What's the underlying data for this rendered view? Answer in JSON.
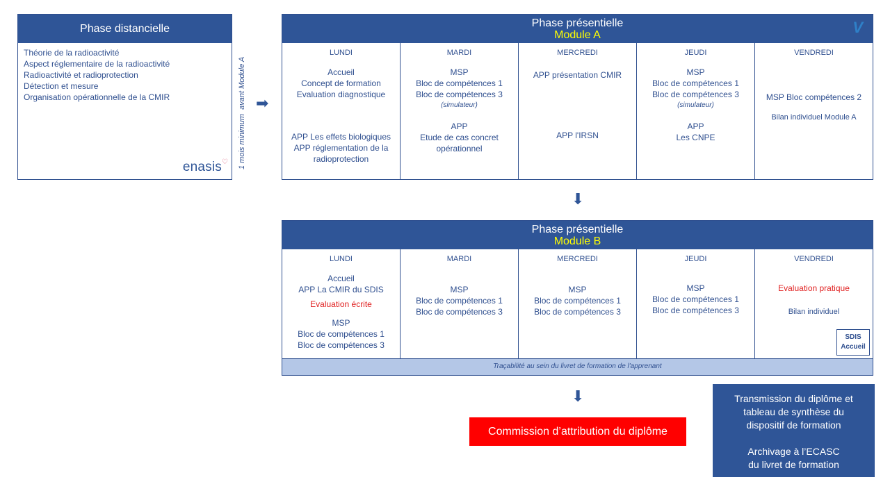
{
  "distancielle": {
    "title": "Phase distancielle",
    "items": [
      "Théorie de la radioactivité",
      "Aspect réglementaire de la radioactivité",
      "Radioactivité et radioprotection",
      "Détection  et mesure",
      "Organisation opérationnelle de la CMIR"
    ],
    "logo": "enasis"
  },
  "delay_note": "1 mois minimum  avant Module A",
  "module_a": {
    "title": "Phase présentielle",
    "subtitle": "Module A",
    "days": {
      "lundi": {
        "label": "LUNDI",
        "block1": [
          "Accueil",
          "Concept de formation",
          "Evaluation diagnostique"
        ],
        "block2": [
          "APP Les effets biologiques",
          "APP réglementation de la",
          "radioprotection"
        ]
      },
      "mardi": {
        "label": "MARDI",
        "block1": [
          "MSP",
          "Bloc de compétences 1",
          "Bloc de compétences 3"
        ],
        "note": "(simulateur)",
        "block2": [
          "APP",
          "Etude de cas concret",
          "opérationnel"
        ]
      },
      "mercredi": {
        "label": "MERCREDI",
        "block1": [
          "APP présentation CMIR"
        ],
        "block2": [
          "APP l'IRSN"
        ]
      },
      "jeudi": {
        "label": "JEUDI",
        "block1": [
          "MSP",
          "Bloc de compétences 1",
          "Bloc de compétences 3"
        ],
        "note": "(simulateur)",
        "block2": [
          "APP",
          "Les CNPE"
        ]
      },
      "vendredi": {
        "label": "VENDREDI",
        "block1": [
          "MSP Bloc compétences 2"
        ],
        "block2": [
          "Bilan individuel Module A"
        ]
      }
    }
  },
  "module_b": {
    "title": "Phase présentielle",
    "subtitle": "Module B",
    "days": {
      "lundi": {
        "label": "LUNDI",
        "block1": [
          "Accueil",
          "APP La CMIR du SDIS"
        ],
        "eval": "Evaluation écrite",
        "block2": [
          "MSP",
          "Bloc de compétences 1",
          "Bloc de compétences 3"
        ]
      },
      "mardi": {
        "label": "MARDI",
        "block1": [
          "MSP",
          "Bloc de compétences 1",
          "Bloc de compétences 3"
        ]
      },
      "mercredi": {
        "label": "MERCREDI",
        "block1": [
          "MSP",
          "Bloc de compétences 1",
          "Bloc de compétences 3"
        ]
      },
      "jeudi": {
        "label": "JEUDI",
        "block1": [
          "MSP",
          "Bloc de compétences 1",
          "Bloc de compétences 3"
        ]
      },
      "vendredi": {
        "label": "VENDREDI",
        "eval": "Evaluation pratique",
        "block2": [
          "Bilan individuel"
        ],
        "badge": [
          "SDIS",
          "Accueil"
        ]
      }
    },
    "footer": "Traçabilité au sein du livret de formation de l'apprenant"
  },
  "commission": "Commission d’attribution du diplôme",
  "transmission": {
    "lines1": [
      "Transmission du diplôme et",
      "tableau de synthèse du",
      "dispositif de formation"
    ],
    "lines2": [
      "Archivage à l’ECASC",
      "du livret de formation"
    ]
  }
}
